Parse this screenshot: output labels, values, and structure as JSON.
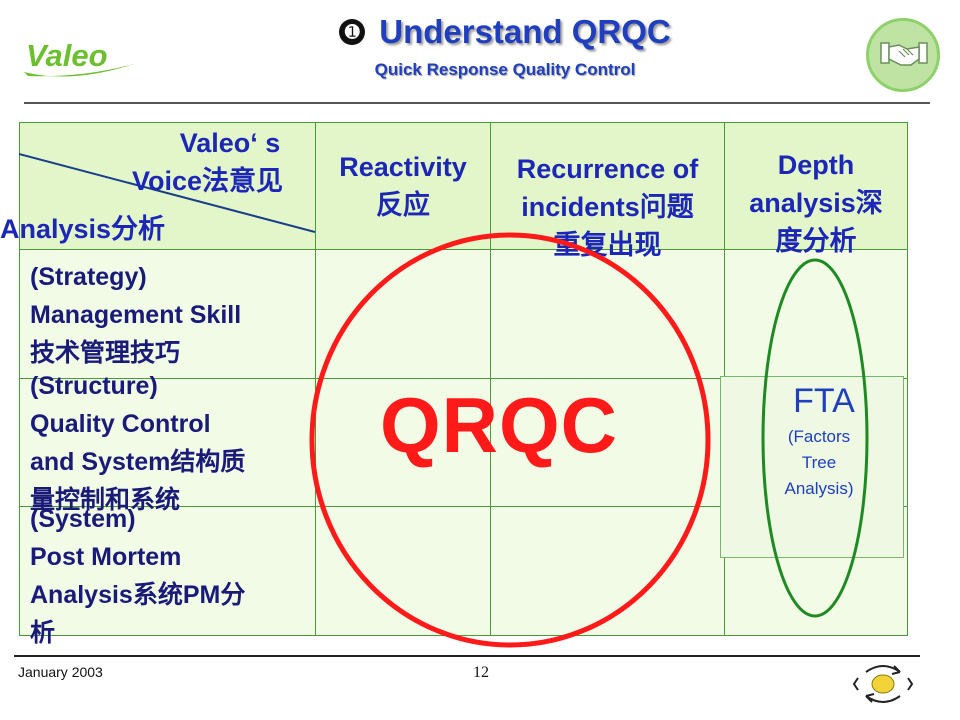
{
  "header": {
    "logo_text": "Valeo",
    "title_bullet": "➊",
    "title": "Understand QRQC",
    "subtitle": "Quick Response Quality Control"
  },
  "table": {
    "corner_top": "Valeo‘ s Voice法意见",
    "corner_top_line1": "Valeo‘ s",
    "corner_top_line2": "Voice法意见",
    "corner_bottom": "Analysis分析",
    "columns": [
      {
        "line1": "Reactivity",
        "line2": "反应"
      },
      {
        "line1": "Recurrence of",
        "line2": "incidents问题",
        "line3": "重复出现"
      },
      {
        "line1": "Depth",
        "line2": "analysis深",
        "line3": "度分析"
      }
    ],
    "rows": [
      {
        "line1": "(Strategy)",
        "line2": "Management Skill",
        "line3": "技术管理技巧"
      },
      {
        "line1": "(Structure)",
        "line2": "Quality Control",
        "line3": "and System结构质",
        "line4": "量控制和系统"
      },
      {
        "line1": "(System)",
        "line2": "Post Mortem",
        "line3": "Analysis系统PM分",
        "line4": "析"
      }
    ]
  },
  "center_label": "QRQC",
  "fta": {
    "title": "FTA",
    "sub1": "(Factors",
    "sub2": "Tree",
    "sub3": "Analysis)"
  },
  "footer": {
    "date": "January 2003",
    "page": "12"
  },
  "colors": {
    "title_blue": "#1f3fbf",
    "header_text": "#1c27b8",
    "row_text": "#1a1a78",
    "qrqc_red": "#ff1a1a",
    "grid_green": "#4a9a3a",
    "header_fill": "#e3f6c9",
    "cell_fill": "#f1fbe6",
    "ellipse_green": "#1e8a22",
    "logo_green": "#6cbf2f"
  },
  "icons": [
    "handshake-icon",
    "recycle-arrows-icon"
  ]
}
